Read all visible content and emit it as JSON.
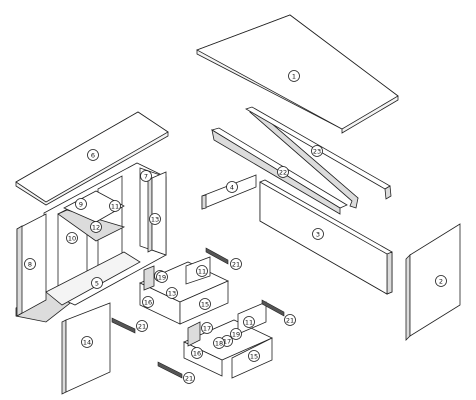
{
  "diagram": {
    "parts": [
      {
        "id": "1",
        "label": "1"
      },
      {
        "id": "2",
        "label": "2"
      },
      {
        "id": "3",
        "label": "3"
      },
      {
        "id": "4",
        "label": "4"
      },
      {
        "id": "5",
        "label": "5"
      },
      {
        "id": "6",
        "label": "6"
      },
      {
        "id": "7",
        "label": "7"
      },
      {
        "id": "8",
        "label": "8"
      },
      {
        "id": "9",
        "label": "9"
      },
      {
        "id": "10",
        "label": "10"
      },
      {
        "id": "11a",
        "label": "11"
      },
      {
        "id": "11b",
        "label": "11"
      },
      {
        "id": "11c",
        "label": "11"
      },
      {
        "id": "12",
        "label": "12"
      },
      {
        "id": "13a",
        "label": "13"
      },
      {
        "id": "13b",
        "label": "13"
      },
      {
        "id": "14",
        "label": "14"
      },
      {
        "id": "15a",
        "label": "15"
      },
      {
        "id": "15b",
        "label": "15"
      },
      {
        "id": "16a",
        "label": "16"
      },
      {
        "id": "16b",
        "label": "16"
      },
      {
        "id": "17a",
        "label": "17"
      },
      {
        "id": "17b",
        "label": "17"
      },
      {
        "id": "18a",
        "label": "18"
      },
      {
        "id": "18b",
        "label": "18"
      },
      {
        "id": "19a",
        "label": "19"
      },
      {
        "id": "19b",
        "label": "19"
      },
      {
        "id": "21a",
        "label": "21"
      },
      {
        "id": "21b",
        "label": "21"
      },
      {
        "id": "21c",
        "label": "21"
      },
      {
        "id": "21d",
        "label": "21"
      },
      {
        "id": "22",
        "label": "22"
      },
      {
        "id": "23",
        "label": "23"
      }
    ]
  }
}
